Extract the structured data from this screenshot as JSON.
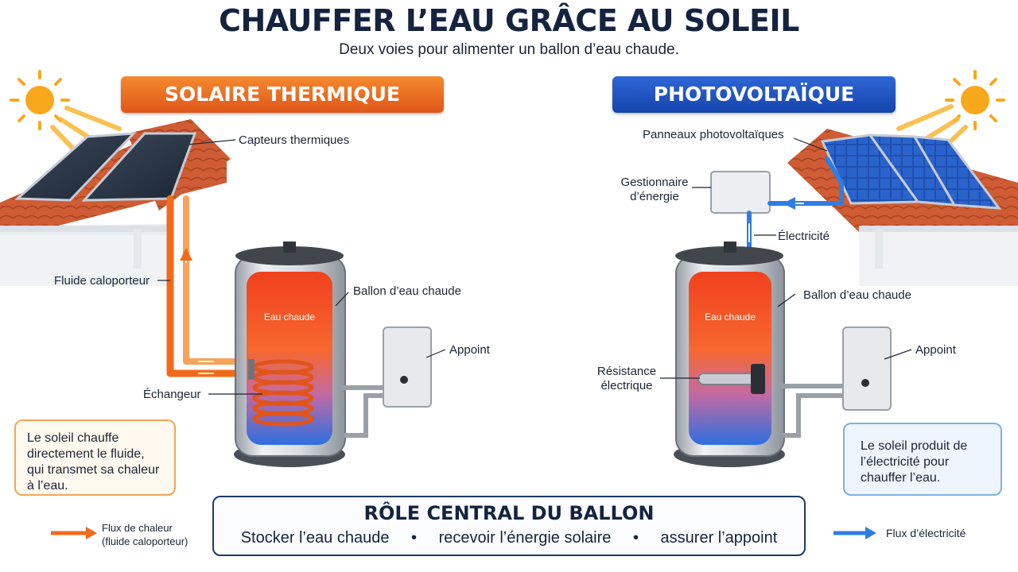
{
  "header": {
    "title": "CHAUFFER L’EAU GRÂCE AU SOLEIL",
    "subtitle": "Deux voies pour alimenter un ballon d’eau chaude."
  },
  "thermal": {
    "heading": "SOLAIRE THERMIQUE",
    "labels": {
      "collectors": "Capteurs thermiques",
      "fluid": "Fluide caloporteur",
      "tank": "Ballon d’eau chaude",
      "hot_water": "Eau chaude",
      "backup": "Appoint",
      "exchanger": "Échangeur"
    },
    "note": "Le soleil chauffe directement le fluide, qui transmet sa chaleur à l’eau."
  },
  "pv": {
    "heading": "PHOTOVOLTAÏQUE",
    "labels": {
      "panels": "Panneaux photovoltaïques",
      "manager_line1": "Gestionnaire",
      "manager_line2": "d’énergie",
      "electricity": "Électricité",
      "tank": "Ballon d’eau chaude",
      "hot_water": "Eau chaude",
      "backup": "Appoint",
      "resistance_line1": "Résistance",
      "resistance_line2": "électrique"
    },
    "note": "Le soleil produit de l’électricité pour chauffer l’eau."
  },
  "central": {
    "title": "RÔLE CENTRAL DU BALLON",
    "items": [
      "Stocker l’eau chaude",
      "recevoir l’énergie solaire",
      "assurer l’appoint"
    ],
    "separator": "•"
  },
  "legend": {
    "heat_line1": "Flux de chaleur",
    "heat_line2": "(fluide caloporteur)",
    "electric": "Flux d’électricité"
  },
  "colors": {
    "thermal_accent": "#e8671f",
    "pv_accent": "#1d4fbf",
    "heat_flow": "#f26a1b",
    "electric_flow": "#2f7de1",
    "title": "#15233f"
  }
}
